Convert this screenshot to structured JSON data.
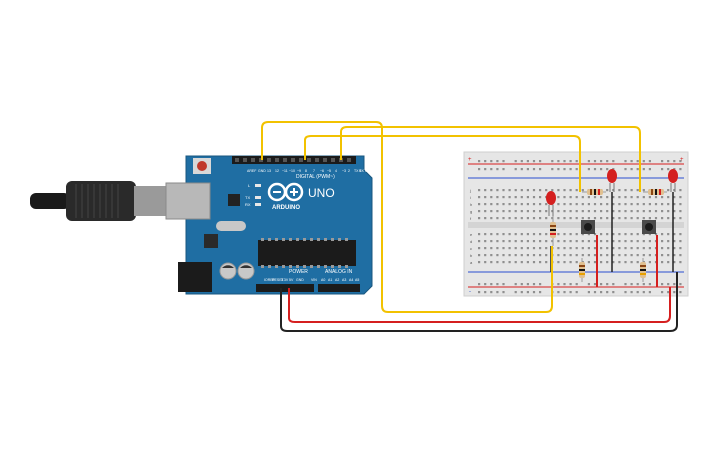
{
  "arduino": {
    "brand": "ARDUINO",
    "model": "UNO",
    "digital_label": "DIGITAL (PWM~)",
    "power_label": "POWER",
    "analog_label": "ANALOG IN",
    "tx_label": "TX",
    "rx_label": "RX",
    "l_label": "L",
    "aref_label": "AREF",
    "gnd_label": "GND",
    "ioref_label": "IOREF",
    "reset_label": "RESET",
    "v33_label": "3.3V",
    "v5_label": "5V",
    "vin_label": "VIN",
    "digital_pins": [
      "13",
      "12",
      "~11",
      "~10",
      "~9",
      "8",
      "7",
      "~6",
      "~5",
      "4",
      "~3",
      "2",
      "TX 1",
      "RX 0"
    ],
    "analog_pins": [
      "A0",
      "A1",
      "A2",
      "A3",
      "A4",
      "A5"
    ]
  },
  "breadboard": {
    "row_letters_top": [
      "j",
      "i",
      "h",
      "g",
      "f"
    ],
    "row_letters_bottom": [
      "e",
      "d",
      "c",
      "b",
      "a"
    ],
    "rail_plus": "+",
    "rail_minus": "-"
  },
  "colors": {
    "board_blue": "#1f6ea3",
    "wire_yellow": "#f2c200",
    "wire_red": "#d51f1f",
    "wire_black": "#222222",
    "led_red": "#d42020",
    "breadboard_bg": "#e6e6e6"
  }
}
